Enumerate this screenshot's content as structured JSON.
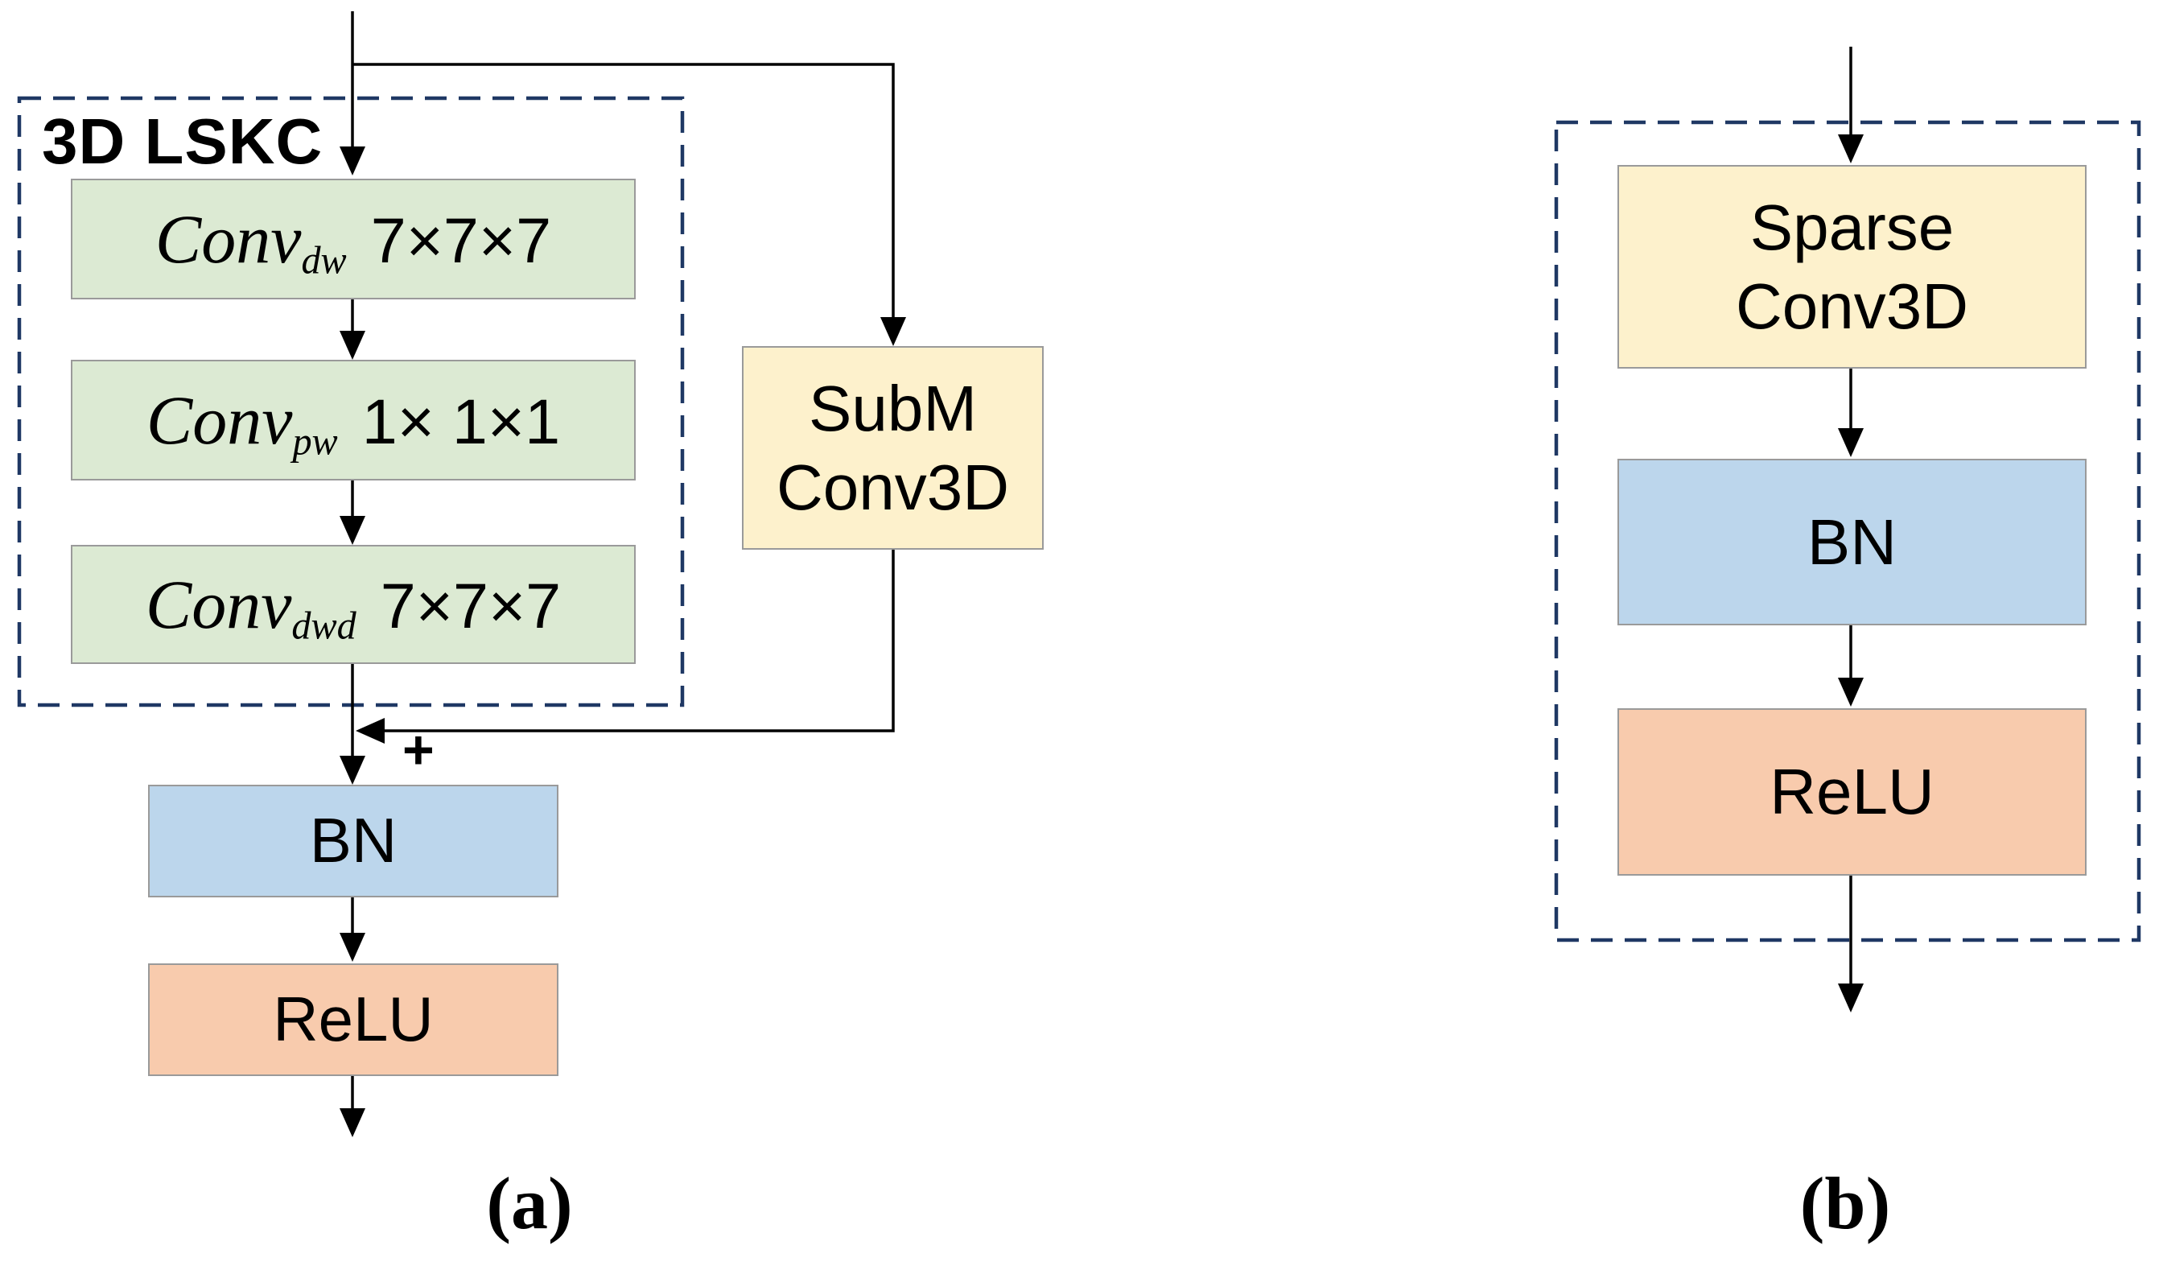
{
  "figure": {
    "panel_a": {
      "caption": "(a)",
      "group_label": "3D LSKC",
      "merge_operator": "+",
      "blocks": {
        "conv_dw": {
          "name": "Conv",
          "sub": "dw",
          "dims": "7×7×7"
        },
        "conv_pw": {
          "name": "Conv",
          "sub": "pw",
          "dims": "1× 1×1"
        },
        "conv_dwd": {
          "name": "Conv",
          "sub": "dwd",
          "dims": "7×7×7"
        },
        "skip": {
          "line1": "SubM",
          "line2": "Conv3D"
        },
        "bn": "BN",
        "relu": "ReLU"
      }
    },
    "panel_b": {
      "caption": "(b)",
      "blocks": {
        "conv": {
          "line1": "Sparse",
          "line2": "Conv3D"
        },
        "bn": "BN",
        "relu": "ReLU"
      }
    },
    "colors": {
      "green_fill": "#dcead3",
      "yellow_fill": "#fdf1cc",
      "blue_fill": "#bcd6ec",
      "orange_fill": "#f8cbad",
      "box_border": "#9a9a9a",
      "dashed_border": "#1f3864",
      "line_color": "#000000",
      "text_color": "#000000"
    }
  }
}
